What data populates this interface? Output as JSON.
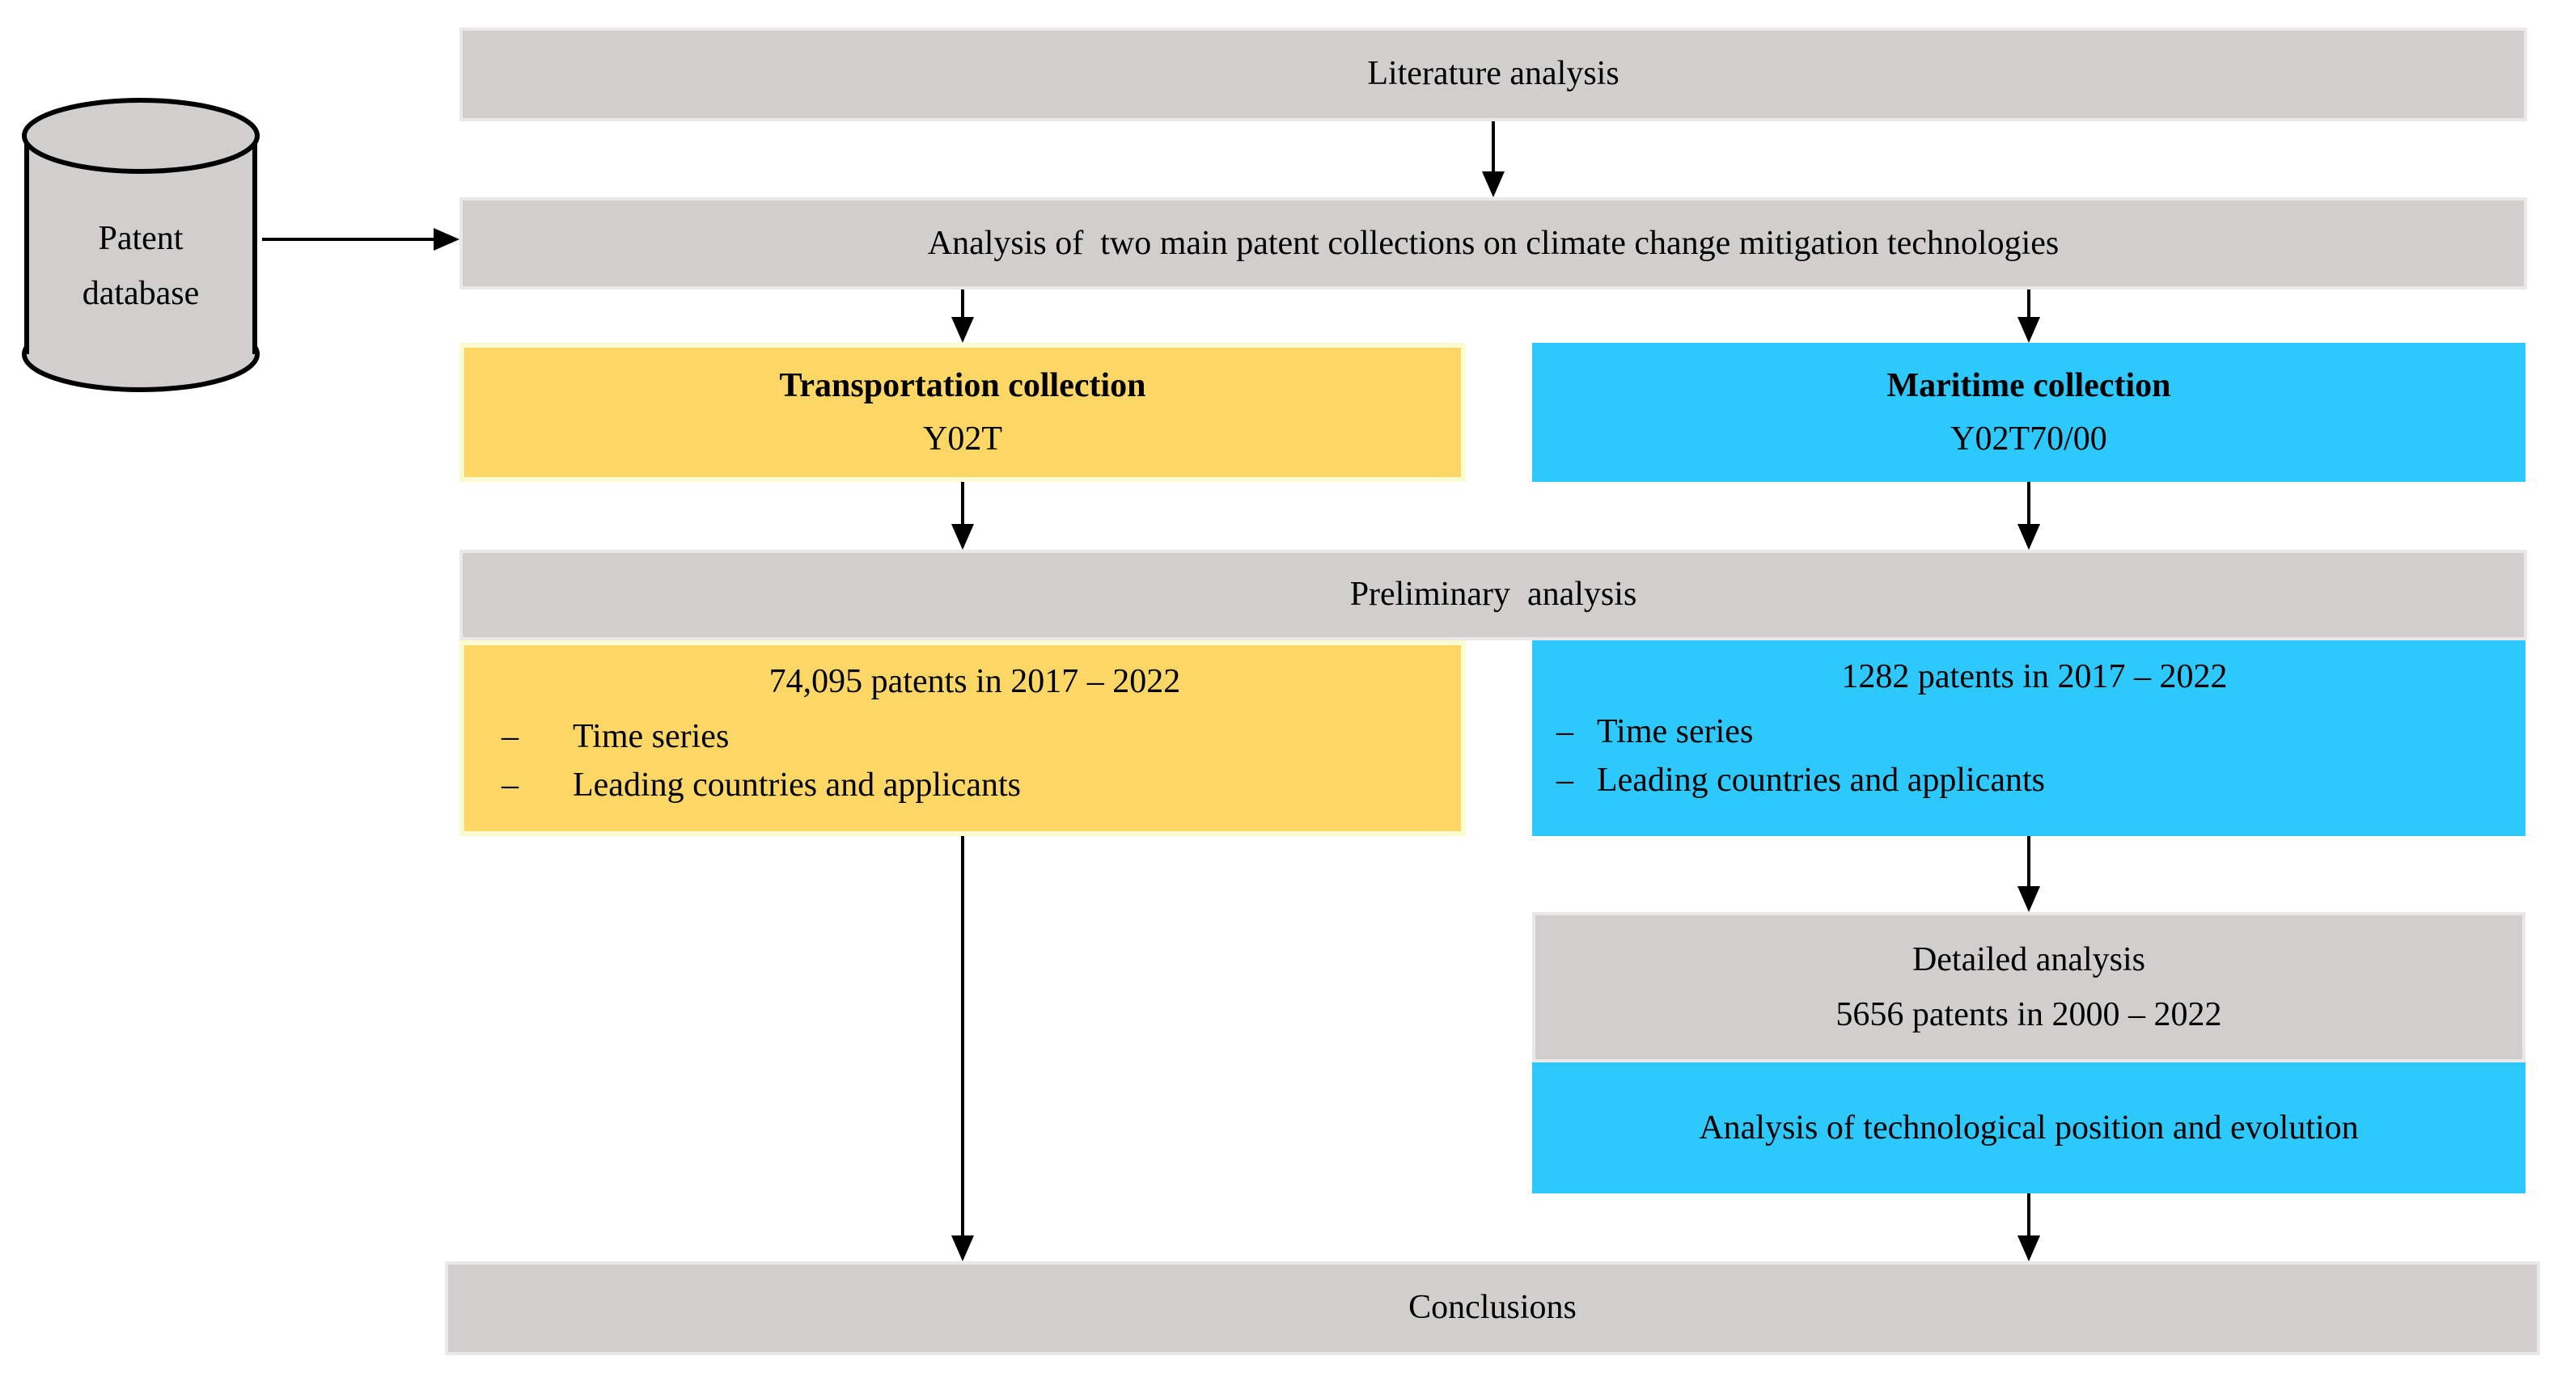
{
  "figure": {
    "type": "flowchart",
    "colors": {
      "box_gray": "#D0CFCE",
      "box_yellow": "#FCD765",
      "box_yellow_border": "#FBFBD2",
      "box_blue": "#2EC9FC",
      "arrow": "#000000"
    },
    "nodes": {
      "literature": {
        "label": "Literature analysis"
      },
      "patent_database": {
        "lines": [
          "Patent",
          "database"
        ]
      },
      "collections": {
        "label": "Analysis of  two main patent collections on climate change mitigation technologies"
      },
      "transportation": {
        "title": "Transportation collection",
        "code": "Y02T"
      },
      "maritime": {
        "title": "Maritime collection",
        "code": "Y02T70/00"
      },
      "preliminary": {
        "label": "Preliminary  analysis"
      },
      "transportation_details": {
        "headline": "74,095 patents in 2017 – 2022",
        "marker": "–",
        "items": [
          "Time series",
          "Leading countries and applicants"
        ]
      },
      "maritime_details": {
        "headline": "1282 patents in 2017 – 2022",
        "marker": "–",
        "items": [
          "Time series",
          "Leading countries and applicants"
        ]
      },
      "detailed": {
        "line1": "Detailed analysis",
        "line2": "5656 patents in 2000 – 2022"
      },
      "technological": {
        "label": "Analysis of technological position and evolution"
      },
      "conclusions": {
        "label": "Conclusions"
      }
    }
  }
}
